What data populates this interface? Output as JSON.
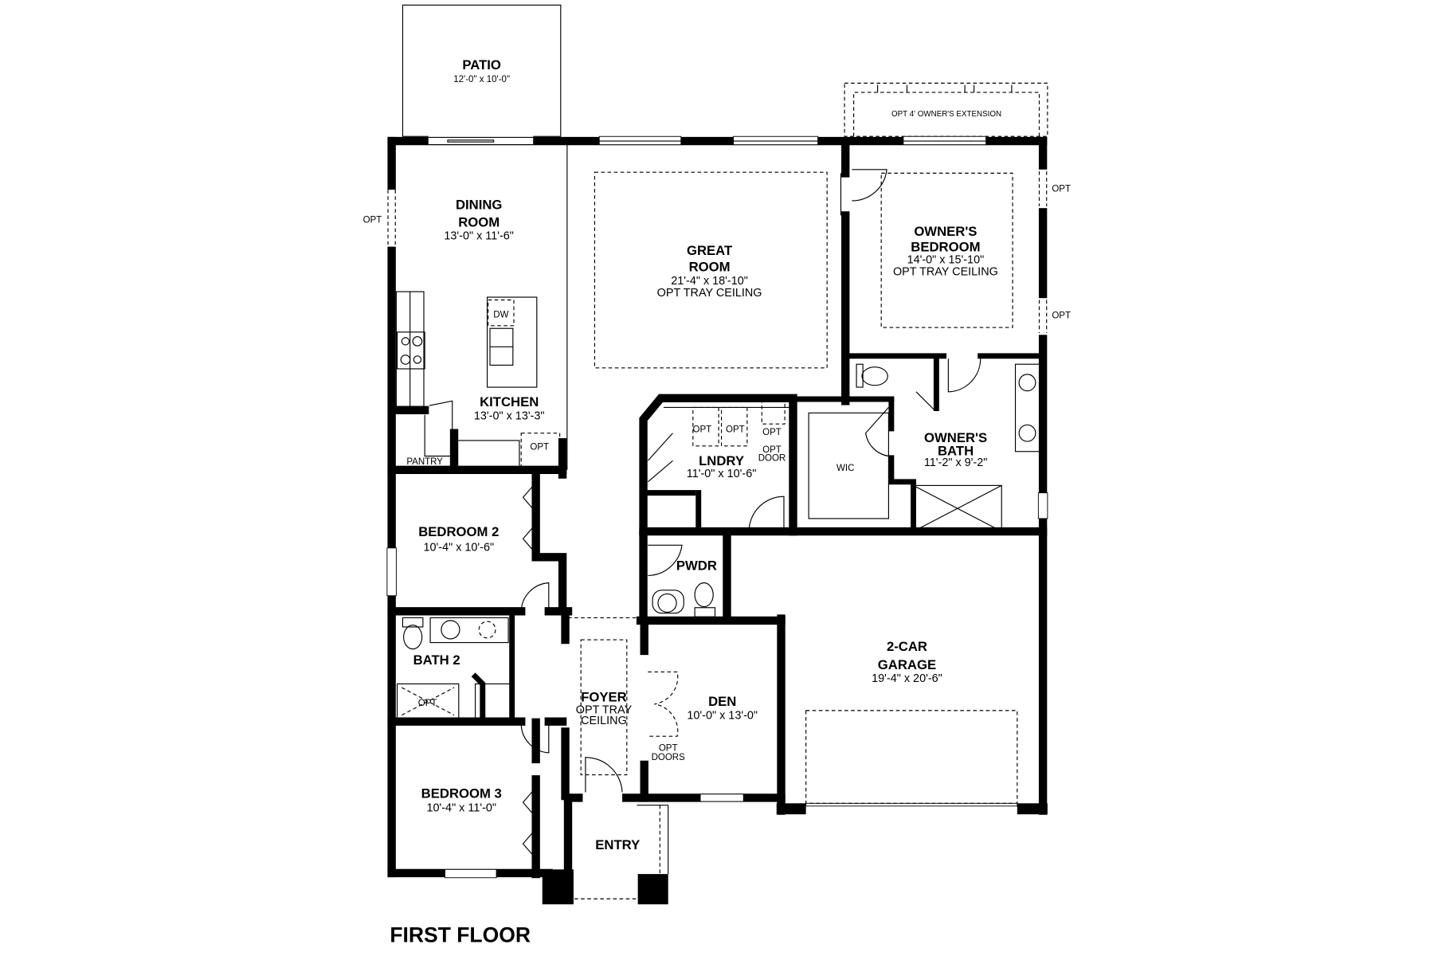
{
  "title": "FIRST FLOOR",
  "rooms": {
    "patio": {
      "name": "PATIO",
      "dims": "12'-0\" x 10'-0\""
    },
    "extension": {
      "name": "OPT 4' OWNER'S EXTENSION"
    },
    "dining": {
      "name1": "DINING",
      "name2": "ROOM",
      "dims": "13'-0\" x 11'-6\""
    },
    "great": {
      "name1": "GREAT",
      "name2": "ROOM",
      "dims": "21'-4\" x 18'-10\"",
      "note": "OPT TRAY CEILING"
    },
    "owners_bedroom": {
      "name1": "OWNER'S",
      "name2": "BEDROOM",
      "dims": "14'-0\" x 15'-10\"",
      "note": "OPT TRAY CEILING"
    },
    "kitchen": {
      "name": "KITCHEN",
      "dims": "13'-0\" x 13'-3\"",
      "dw": "DW",
      "pantry": "PANTRY",
      "opt": "OPT"
    },
    "laundry": {
      "name": "LNDRY",
      "dims": "11'-0\" x 10'-6\"",
      "opt1": "OPT",
      "opt2": "OPT",
      "opt3": "OPT",
      "opt_door1": "OPT",
      "opt_door2": "DOOR"
    },
    "wic": {
      "name": "WIC"
    },
    "owners_bath": {
      "name1": "OWNER'S",
      "name2": "BATH",
      "dims": "11'-2\" x 9'-2\""
    },
    "bedroom2": {
      "name": "BEDROOM 2",
      "dims": "10'-4\" x 10'-6\""
    },
    "powder": {
      "name": "PWDR"
    },
    "bath2": {
      "name": "BATH 2",
      "opt": "OPT"
    },
    "garage": {
      "name1": "2-CAR",
      "name2": "GARAGE",
      "dims": "19'-4\" x 20'-6\""
    },
    "foyer": {
      "name": "FOYER",
      "note1": "OPT TRAY",
      "note2": "CEILING"
    },
    "den": {
      "name": "DEN",
      "dims": "10'-0\" x 13'-0\"",
      "opt1": "OPT",
      "opt2": "DOORS"
    },
    "bedroom3": {
      "name": "BEDROOM 3",
      "dims": "10'-4\" x 11'-0\""
    },
    "entry": {
      "name": "ENTRY"
    }
  },
  "opt_windows": {
    "left": "OPT",
    "right_top": "OPT",
    "right_bottom": "OPT"
  }
}
